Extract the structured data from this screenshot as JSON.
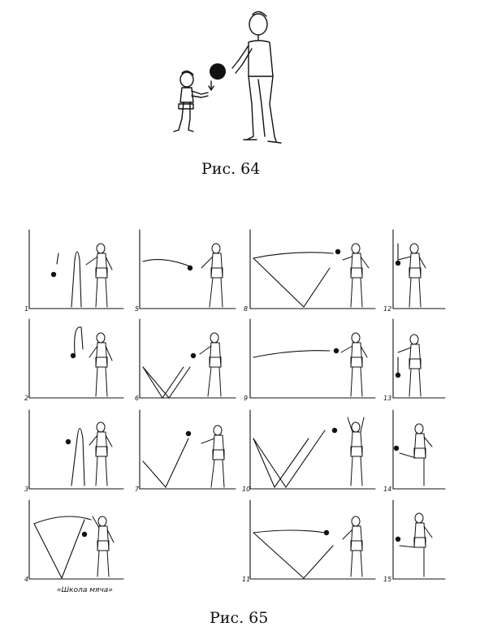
{
  "figure64": {
    "caption": "Рис. 64"
  },
  "figure65": {
    "caption": "Рис. 65",
    "school_label": "«Школа мяча»",
    "panels": [
      {
        "n": "1"
      },
      {
        "n": "2"
      },
      {
        "n": "3"
      },
      {
        "n": "4"
      },
      {
        "n": "5"
      },
      {
        "n": "6"
      },
      {
        "n": "7"
      },
      {
        "n": "8"
      },
      {
        "n": "9"
      },
      {
        "n": "10"
      },
      {
        "n": "11"
      },
      {
        "n": "12"
      },
      {
        "n": "13"
      },
      {
        "n": "14"
      },
      {
        "n": "15"
      }
    ]
  }
}
